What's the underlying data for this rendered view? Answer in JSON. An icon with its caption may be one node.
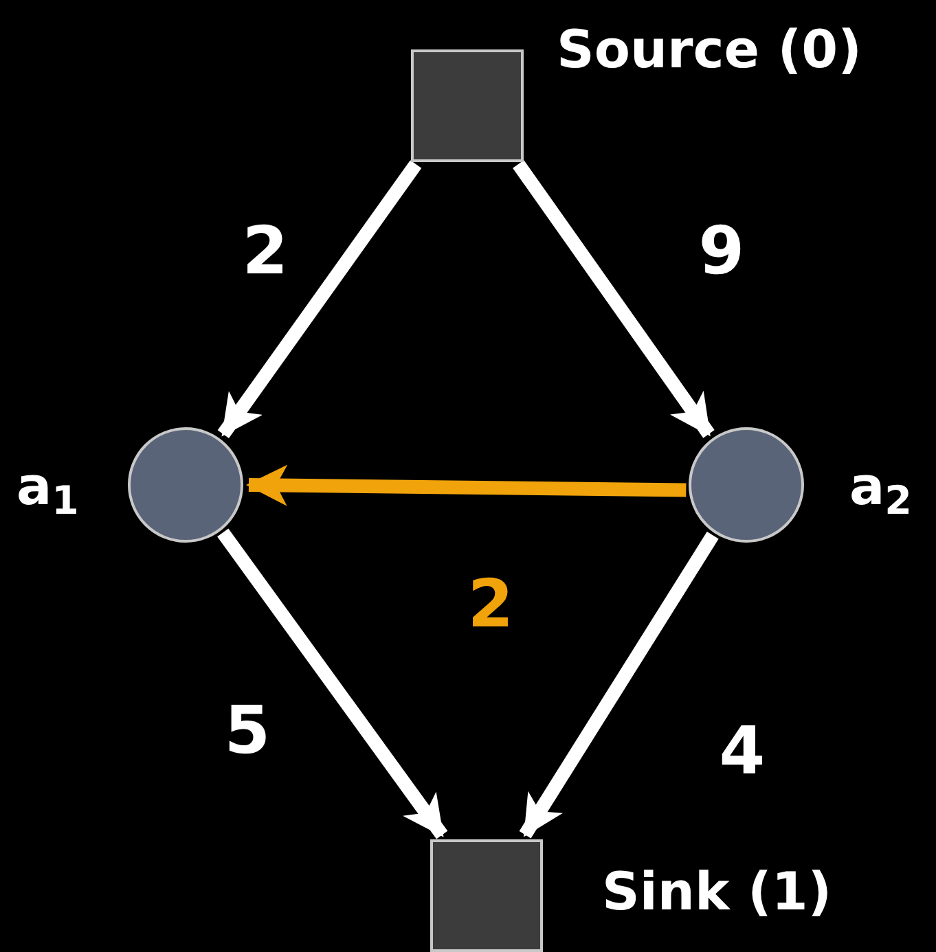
{
  "diagram": {
    "nodes": [
      {
        "text": [
          "Source (0)"
        ]
      },
      {
        "text": [
          "Sink (1)"
        ]
      },
      {
        "text": [
          "a$_{1}$"
        ]
      },
      {
        "text": [
          "a$_{2}$"
        ]
      }
    ],
    "edges": [
      {
        "from": 0,
        "to": 2,
        "arrow": "to",
        "label": "2"
      },
      {
        "from": 0,
        "to": 3,
        "arrow": "to",
        "label": "9"
      },
      {
        "from": 3,
        "to": 2,
        "arrow": "to",
        "label": "2",
        "color": "#f0a30a"
      },
      {
        "from": 2,
        "to": 1,
        "arrow": "to",
        "label": "5"
      },
      {
        "from": 3,
        "to": 1,
        "arrow": "to",
        "label": "4"
      }
    ]
  }
}
